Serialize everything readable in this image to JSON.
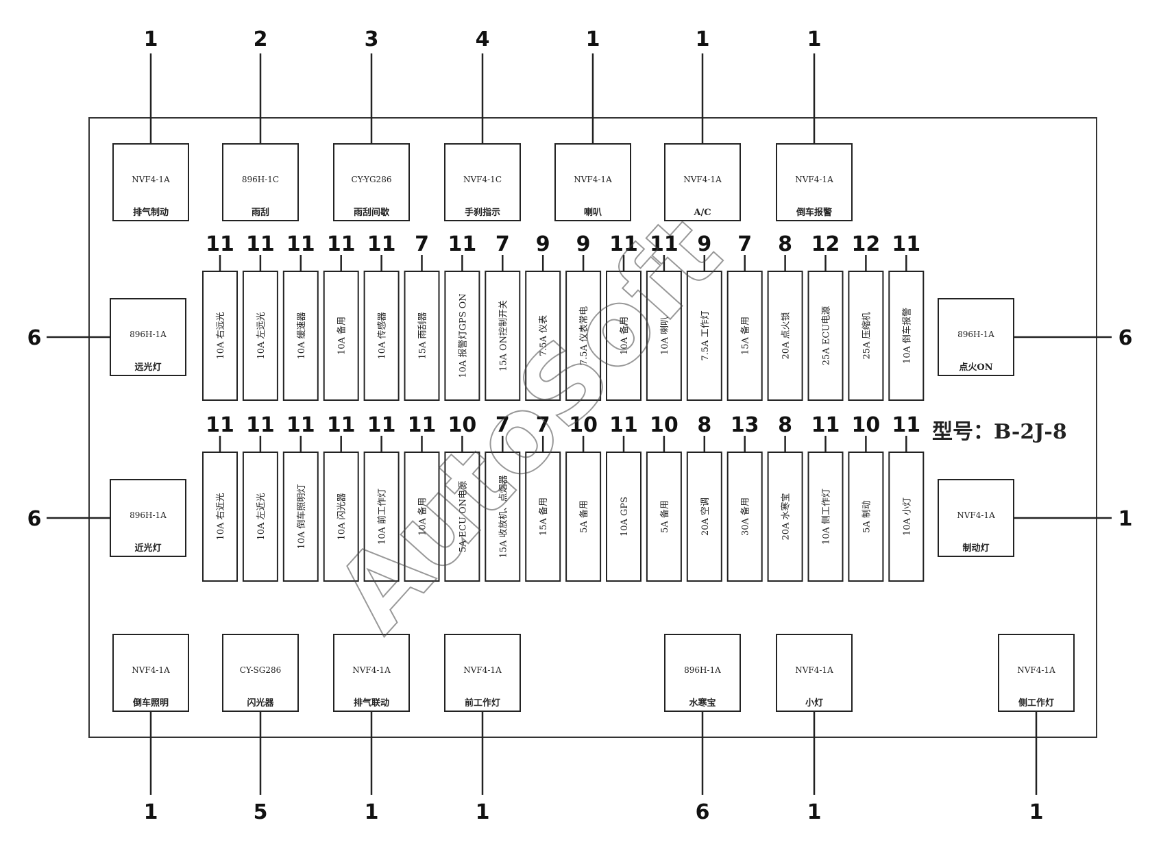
{
  "model_label": "型号：B-2J-8",
  "watermark": "AutoSoft",
  "relays_top": [
    {
      "callout": "1",
      "model": "NVF4-1A",
      "name": "排气制动"
    },
    {
      "callout": "2",
      "model": "896H-1C",
      "name": "雨刮"
    },
    {
      "callout": "3",
      "model": "CY-YG286",
      "name": "雨刮间歇"
    },
    {
      "callout": "4",
      "model": "NVF4-1C",
      "name": "手刹指示"
    },
    {
      "callout": "1",
      "model": "NVF4-1A",
      "name": "喇叭"
    },
    {
      "callout": "1",
      "model": "NVF4-1A",
      "name": "A/C"
    },
    {
      "callout": "1",
      "model": "NVF4-1A",
      "name": "倒车报警"
    }
  ],
  "relays_side": [
    {
      "callout": "6",
      "model": "896H-1A",
      "name": "远光灯"
    },
    {
      "callout": "6",
      "model": "896H-1A",
      "name": "近光灯"
    },
    {
      "callout": "6",
      "model": "896H-1A",
      "name": "点火ON"
    },
    {
      "callout": "1",
      "model": "NVF4-1A",
      "name": "制动灯"
    }
  ],
  "relays_bottom": [
    {
      "callout": "1",
      "model": "NVF4-1A",
      "name": "倒车照明"
    },
    {
      "callout": "5",
      "model": "CY-SG286",
      "name": "闪光器"
    },
    {
      "callout": "1",
      "model": "NVF4-1A",
      "name": "排气联动"
    },
    {
      "callout": "1",
      "model": "NVF4-1A",
      "name": "前工作灯"
    },
    {
      "callout": "6",
      "model": "896H-1A",
      "name": "水寒宝"
    },
    {
      "callout": "1",
      "model": "NVF4-1A",
      "name": "小灯"
    },
    {
      "callout": "1",
      "model": "NVF4-1A",
      "name": "侧工作灯"
    }
  ],
  "fuses_top": [
    {
      "callout": "11",
      "label": "10A 右远光"
    },
    {
      "callout": "11",
      "label": "10A 左远光"
    },
    {
      "callout": "11",
      "label": "10A 缓速器"
    },
    {
      "callout": "11",
      "label": "10A 备用"
    },
    {
      "callout": "11",
      "label": "10A 传感器"
    },
    {
      "callout": "7",
      "label": "15A 雨刮器"
    },
    {
      "callout": "11",
      "label": "10A 报警灯GPS ON"
    },
    {
      "callout": "7",
      "label": "15A ON控制开关"
    },
    {
      "callout": "9",
      "label": "7.5A 仪表"
    },
    {
      "callout": "9",
      "label": "7.5A 仪表常电"
    },
    {
      "callout": "11",
      "label": "10A 备用"
    },
    {
      "callout": "11",
      "label": "10A 喇叭"
    },
    {
      "callout": "9",
      "label": "7.5A 工作灯"
    },
    {
      "callout": "7",
      "label": "15A 备用"
    },
    {
      "callout": "8",
      "label": "20A 点火锁"
    },
    {
      "callout": "12",
      "label": "25A ECU电源"
    },
    {
      "callout": "12",
      "label": "25A 压缩机"
    },
    {
      "callout": "11",
      "label": "10A 倒车报警"
    }
  ],
  "fuses_bottom": [
    {
      "callout": "11",
      "label": "10A 右近光"
    },
    {
      "callout": "11",
      "label": "10A 左近光"
    },
    {
      "callout": "11",
      "label": "10A 倒车照明灯"
    },
    {
      "callout": "11",
      "label": "10A 闪光器"
    },
    {
      "callout": "11",
      "label": "10A 前工作灯"
    },
    {
      "callout": "11",
      "label": "10A 备用"
    },
    {
      "callout": "10",
      "label": "5A ECU ON电源"
    },
    {
      "callout": "7",
      "label": "15A 收放机、点烟器"
    },
    {
      "callout": "7",
      "label": "15A 备用"
    },
    {
      "callout": "10",
      "label": "5A 备用"
    },
    {
      "callout": "11",
      "label": "10A GPS"
    },
    {
      "callout": "10",
      "label": "5A 备用"
    },
    {
      "callout": "8",
      "label": "20A 空调"
    },
    {
      "callout": "13",
      "label": "30A 备用"
    },
    {
      "callout": "8",
      "label": "20A 水寒宝"
    },
    {
      "callout": "11",
      "label": "10A 侧工作灯"
    },
    {
      "callout": "10",
      "label": "5A 制动"
    },
    {
      "callout": "11",
      "label": "10A 小灯"
    }
  ]
}
